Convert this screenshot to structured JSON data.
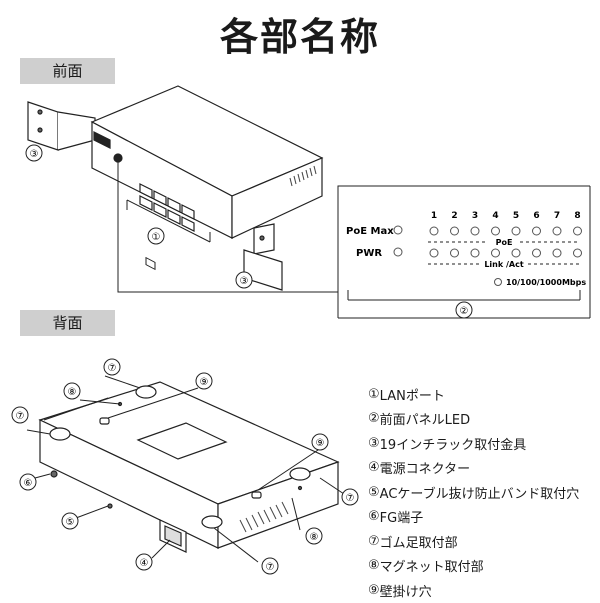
{
  "title": "各部名称",
  "sections": {
    "front": "前面",
    "back": "背面"
  },
  "led_panel": {
    "port_numbers": [
      "1",
      "2",
      "3",
      "4",
      "5",
      "6",
      "7",
      "8"
    ],
    "poe_max": "PoE Max",
    "pwr": "PWR",
    "poe_label": "PoE",
    "link_act_label": "Link /Act",
    "speed_label": "10/100/1000Mbps"
  },
  "legend": [
    {
      "num": "①",
      "text": "LANポート"
    },
    {
      "num": "②",
      "text": "前面パネルLED"
    },
    {
      "num": "③",
      "text": "19インチラック取付金具"
    },
    {
      "num": "④",
      "text": "電源コネクター"
    },
    {
      "num": "⑤",
      "text": "ACケーブル抜け防止バンド取付穴"
    },
    {
      "num": "⑥",
      "text": "FG端子"
    },
    {
      "num": "⑦",
      "text": "ゴム足取付部"
    },
    {
      "num": "⑧",
      "text": "マグネット取付部"
    },
    {
      "num": "⑨",
      "text": "壁掛け穴"
    }
  ],
  "callouts": {
    "c1": "①",
    "c2": "②",
    "c3": "③",
    "c4": "④",
    "c5": "⑤",
    "c6": "⑥",
    "c7": "⑦",
    "c8": "⑧",
    "c9": "⑨"
  }
}
